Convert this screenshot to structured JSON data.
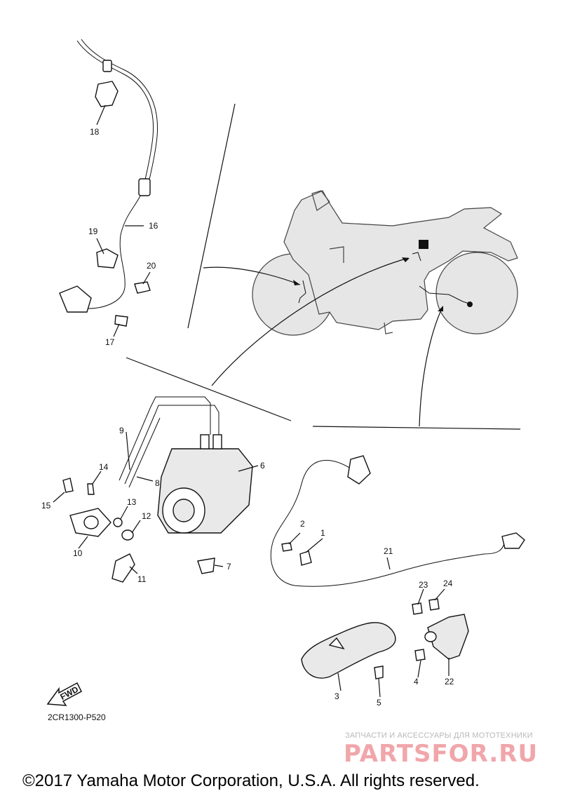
{
  "diagram": {
    "part_numbers": [
      "1",
      "2",
      "3",
      "4",
      "5",
      "6",
      "7",
      "8",
      "9",
      "10",
      "11",
      "12",
      "13",
      "14",
      "15",
      "16",
      "17",
      "18",
      "19",
      "20",
      "21",
      "22",
      "23",
      "24"
    ],
    "direction_arrow_text": "FWD",
    "diagram_code": "2CR1300-P520"
  },
  "watermark": {
    "subtitle": "ЗАПЧАСТИ И АКСЕССУАРЫ ДЛЯ МОТОТЕХНИКИ",
    "logo": "PARTSFOR.RU"
  },
  "footer": {
    "copyright": "©2017 Yamaha Motor Corporation, U.S.A. All rights reserved."
  }
}
